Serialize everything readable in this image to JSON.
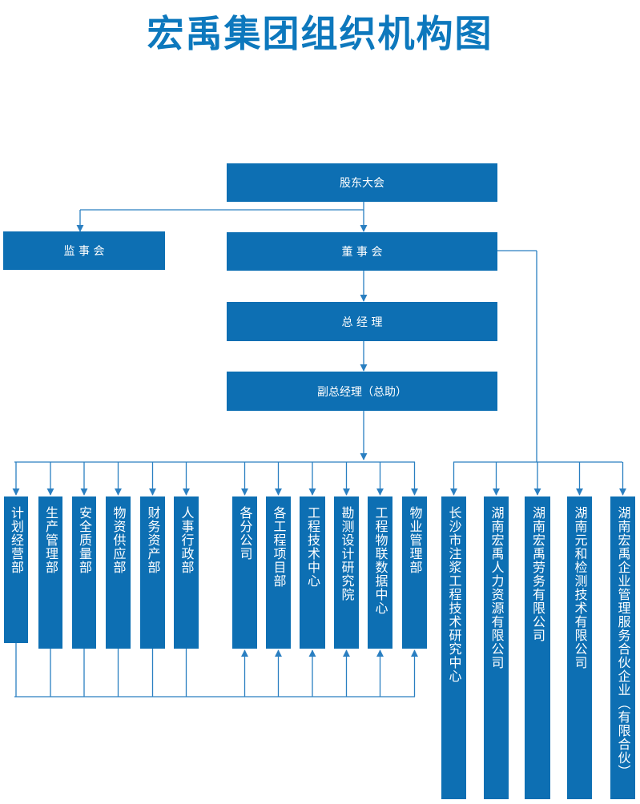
{
  "title": "宏禹集团组织机构图",
  "top": {
    "shareholders": "股东大会",
    "supervisors": "监 事 会",
    "board": "董 事 会",
    "gm": "总 经 理",
    "deputy_gm": "副总经理（总助）"
  },
  "departments": [
    "计划经营部",
    "生产管理部",
    "安全质量部",
    "物资供应部",
    "财务资产部",
    "人事行政部",
    "各分公司",
    "各工程项目部",
    "工程技术中心",
    "勘测设计研究院",
    "工程物联数据中心",
    "物业管理部"
  ],
  "companies": [
    "长沙市注浆工程技术研究中心",
    "湖南宏禹人力资源有限公司",
    "湖南宏禹劳务有限公司",
    "湖南元和检测技术有限公司",
    "湖南宏禹企业管理服务合伙企业（有限合伙）"
  ],
  "colors": {
    "box": "#0d6fb3",
    "title": "#0d78bd",
    "line": "#2a7fc1"
  }
}
